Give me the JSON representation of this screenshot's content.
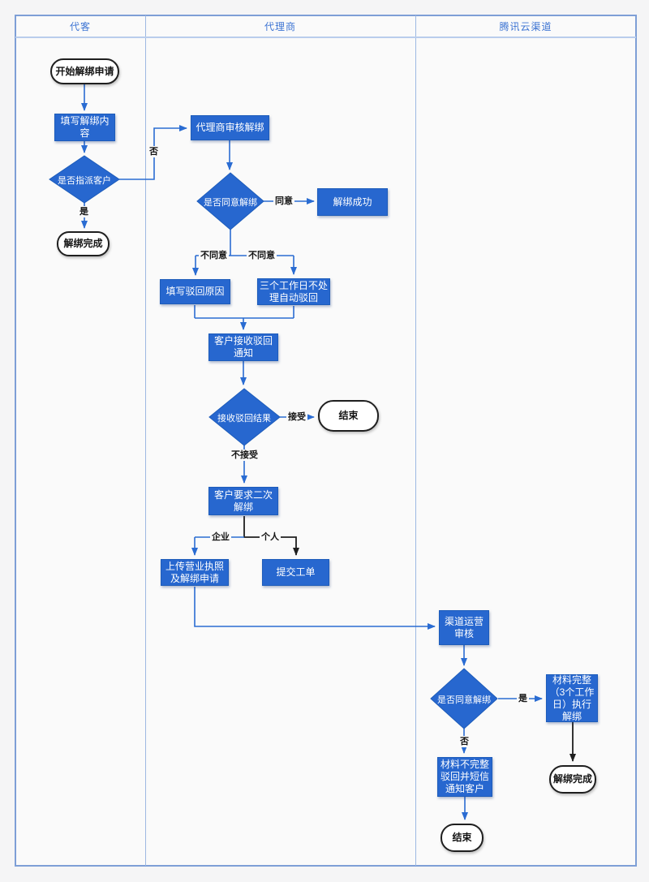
{
  "lanes": {
    "headers": [
      "代客",
      "代理商",
      "腾讯云渠道"
    ]
  },
  "colors": {
    "shape_blue": "#2767cf",
    "shape_border": "#1d5cba",
    "connector_blue": "#2a6cd2",
    "connector_black": "#1f1f1f",
    "frame_border": "#7e9fd6",
    "lane_divider": "#9db8e2",
    "header_text": "#3d74d3",
    "canvas_bg": "#fafafa",
    "page_bg": "#f5f5f6"
  },
  "nodes": {
    "start": "开始解绑申请",
    "fill_content": "填写解绑内容",
    "assign_decision": "是否指派客户",
    "unbind_done_1": "解绑完成",
    "agent_review": "代理商审核解绑",
    "agree_decision_1": "是否同意解绑",
    "unbind_success": "解绑成功",
    "fill_reject_reason": "填写驳回原因",
    "auto_reject": "三个工作日不处理自动驳回",
    "receive_reject_notice": "客户接收驳回通知",
    "reject_result_decision": "接收驳回结果",
    "end_1": "结束",
    "second_unbind": "客户要求二次解绑",
    "upload_license": "上传营业执照及解绑申请",
    "submit_ticket": "提交工单",
    "channel_review": "渠道运营审核",
    "agree_decision_2": "是否同意解绑",
    "material_complete": "材料完整（3个工作日）执行解绑",
    "material_incomplete": "材料不完整驳回并短信通知客户",
    "unbind_done_2": "解绑完成",
    "end_2": "结束"
  },
  "edge_labels": {
    "no_1": "否",
    "yes_1": "是",
    "agree": "同意",
    "disagree_left": "不同意",
    "disagree_right": "不同意",
    "accept": "接受",
    "not_accept": "不接受",
    "enterprise": "企业",
    "personal": "个人",
    "yes_2": "是",
    "no_2": "否"
  }
}
